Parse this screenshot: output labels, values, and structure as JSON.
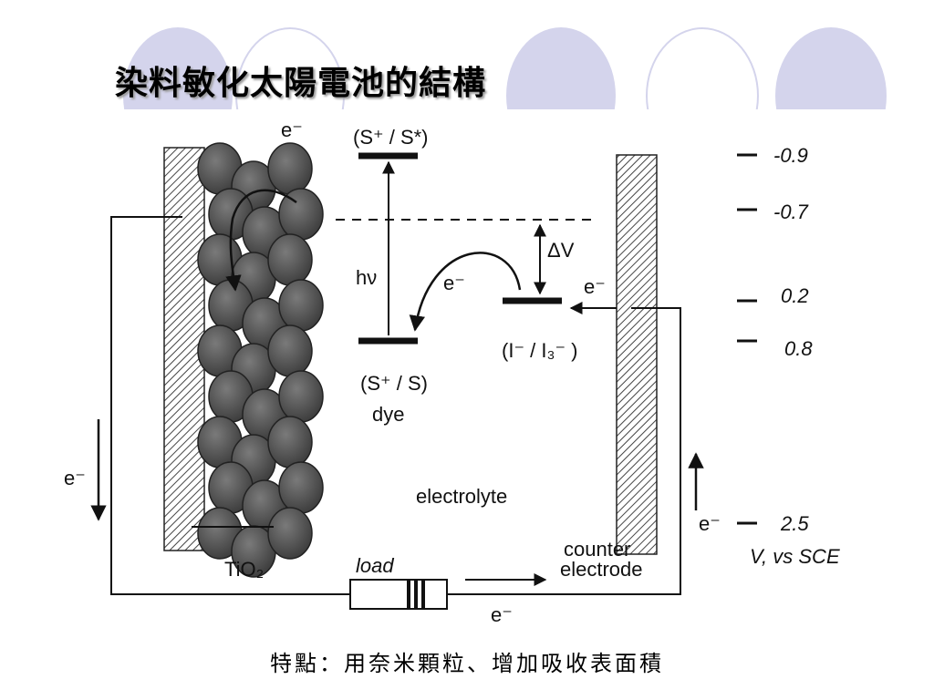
{
  "title": "染料敏化太陽電池的結構",
  "caption": "特點：用奈米顆粒、增加吸收表面積",
  "labels": {
    "e_top": "e⁻",
    "s_plus_s_star": "(S⁺ / S*)",
    "h_nu": "hν",
    "e_middle": "e⁻",
    "delta_v": "ΔV",
    "e_counter": "e⁻",
    "iodide": "(I⁻ / I₃⁻ )",
    "s_plus_s": "(S⁺ / S)",
    "dye": "dye",
    "electrolyte": "electrolyte",
    "e_left": "e⁻",
    "tio2": "TiO₂",
    "load": "load",
    "counter_electrode_1": "counter",
    "counter_electrode_2": "electrode",
    "e_bottom": "e⁻",
    "e_right": "e⁻"
  },
  "scale": {
    "ticks": [
      "-0.9",
      "-0.7",
      "0.2",
      "0.8",
      "2.5"
    ],
    "unit": "V, vs SCE"
  },
  "colors": {
    "decor": "#d4d4ec",
    "particle": "#4a4a4a",
    "line": "#111111"
  }
}
